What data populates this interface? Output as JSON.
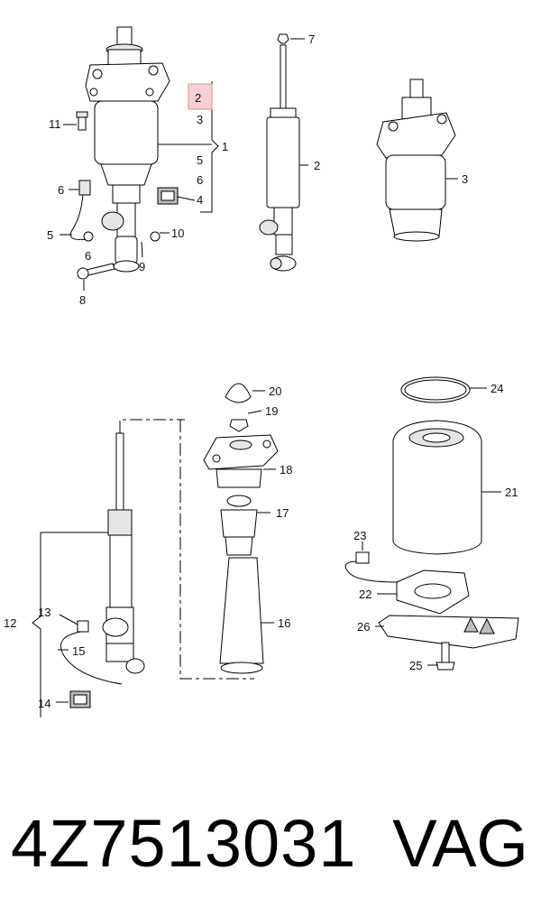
{
  "callouts": {
    "c1": "1",
    "c2": "2",
    "c2b": "2",
    "c3": "3",
    "c3b": "3",
    "c4": "4",
    "c5": "5",
    "c5b": "5",
    "c6": "6",
    "c6b": "6",
    "c6c": "6",
    "c7": "7",
    "c8": "8",
    "c9": "9",
    "c10": "10",
    "c11": "11",
    "c12": "12",
    "c13": "13",
    "c14": "14",
    "c15": "15",
    "c16": "16",
    "c17": "17",
    "c18": "18",
    "c19": "19",
    "c20": "20",
    "c21": "21",
    "c22": "22",
    "c23": "23",
    "c24": "24",
    "c25": "25",
    "c26": "26"
  },
  "footer": {
    "part_number": "4Z7513031",
    "brand": "VAG"
  },
  "colors": {
    "highlight": "#f6d0d4",
    "line": "#000000"
  }
}
